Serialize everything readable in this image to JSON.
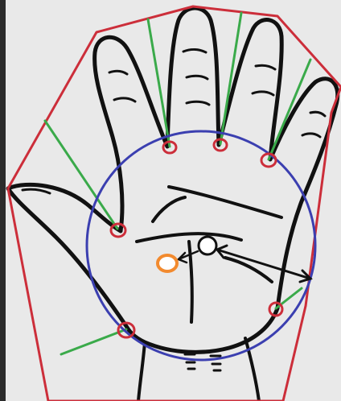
{
  "figure": {
    "background_color": "#e9e9e9",
    "frame_color": "#2b2b2b",
    "hand_color": "#111111",
    "hull_color": "#cc2e3a",
    "defect_line_color": "#3aaa4a",
    "circle_color": "#3b3fb0",
    "defect_point_color": "#cc2e3a",
    "center_point_color": "#ffffff",
    "palm_point_color": "#f28a2e",
    "arrow_color": "#111111",
    "elements": [
      "hand-outline-drawing",
      "convex-hull-polygon",
      "defect-lines",
      "defect-points",
      "palm-circle",
      "palm-center-point",
      "radius-arrow",
      "centroid-point"
    ]
  }
}
